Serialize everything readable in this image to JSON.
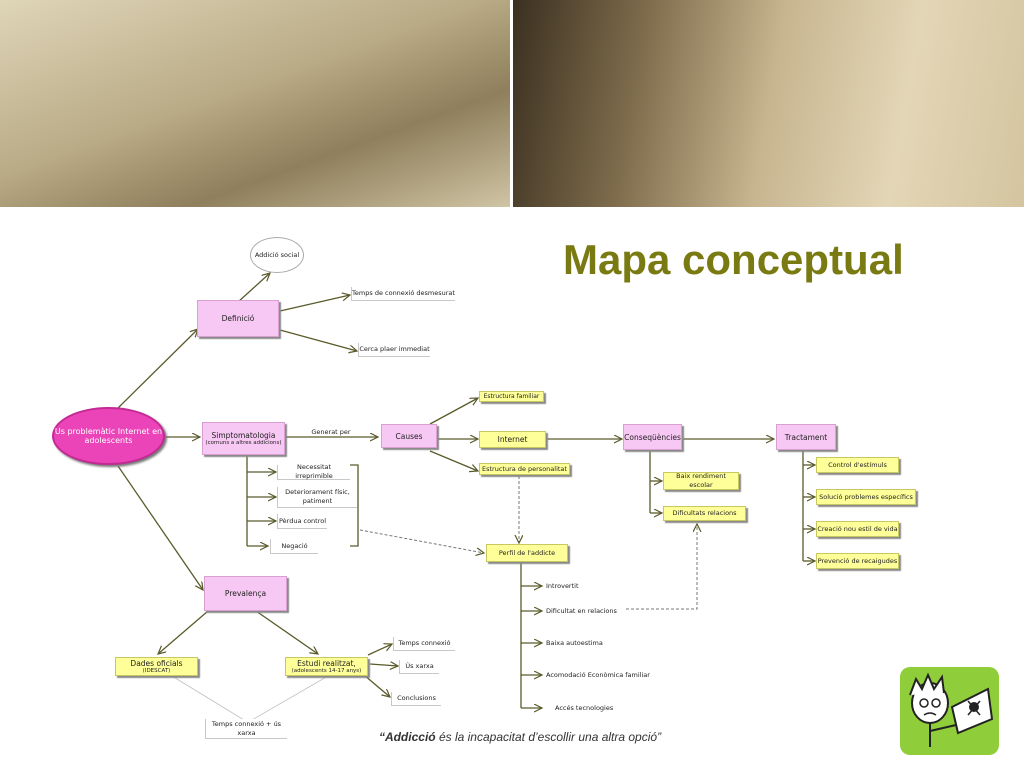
{
  "title": "Mapa conceptual",
  "quote": {
    "bold": "Addicció",
    "rest": " és la incapacitat d’escollir una altra opció”",
    "open": "“"
  },
  "nodes": {
    "us": "Us problemàtic Internet en adolescents",
    "addiccio_social": "Addició social",
    "definicio": "Definició",
    "temps_connexio": "Temps de connexió desmesurat",
    "cerca_plaer": "Cerca plaer immediat",
    "simptomatologia": "Simptomatologia",
    "simptomatologia_sub": "(comuns a altres addicions)",
    "generat_per": "Generat per",
    "causes": "Causes",
    "estructura_familiar": "Estructura familiar",
    "internet": "Internet",
    "estructura_personalitat": "Estructura de personalitat",
    "consequencies": "Conseqüències",
    "tractament": "Tractament",
    "necessitat": "Necessitat irreprimible",
    "deteriorament": "Deteriorament físic, patiment",
    "perdua": "Pèrdua control",
    "negacio": "Negació",
    "baix_rendiment": "Baix rendiment escolar",
    "dificultats_relacions": "Dificultats relacions",
    "control_estimuls": "Control d'estímuls",
    "solucio": "Solució problemes específics",
    "creacio": "Creació nou estil de vida",
    "prevencio": "Prevenció de recaigudes",
    "perfil": "Perfil de l'addicte",
    "introvertit": "Introvertit",
    "dificultat_relacions": "Dificultat en relacions",
    "baixa_autoestima": "Baixa autoestima",
    "acomodacio": "Acomodació Econòmica familiar",
    "acces": "Accés tecnologies",
    "prevalenca": "Prevalença",
    "dades": "Dades oficials",
    "dades_sub": "(IDESCAT)",
    "estudi": "Estudi realitzat,",
    "estudi_sub": "(adolescents 14-17 anys)",
    "temps_connexio2": "Temps connexió",
    "us_xarxa": "Ús xarxa",
    "conclusions": "Conclusions",
    "temps_us": "Temps connexió + ús xarxa"
  },
  "colors": {
    "title": "#7a7a12",
    "arrow": "#5a5a2a",
    "pink": "#f8c8f4",
    "yellow": "#ffff9a",
    "ellipse": "#ea44b8",
    "sticker": "#8fce3a"
  }
}
